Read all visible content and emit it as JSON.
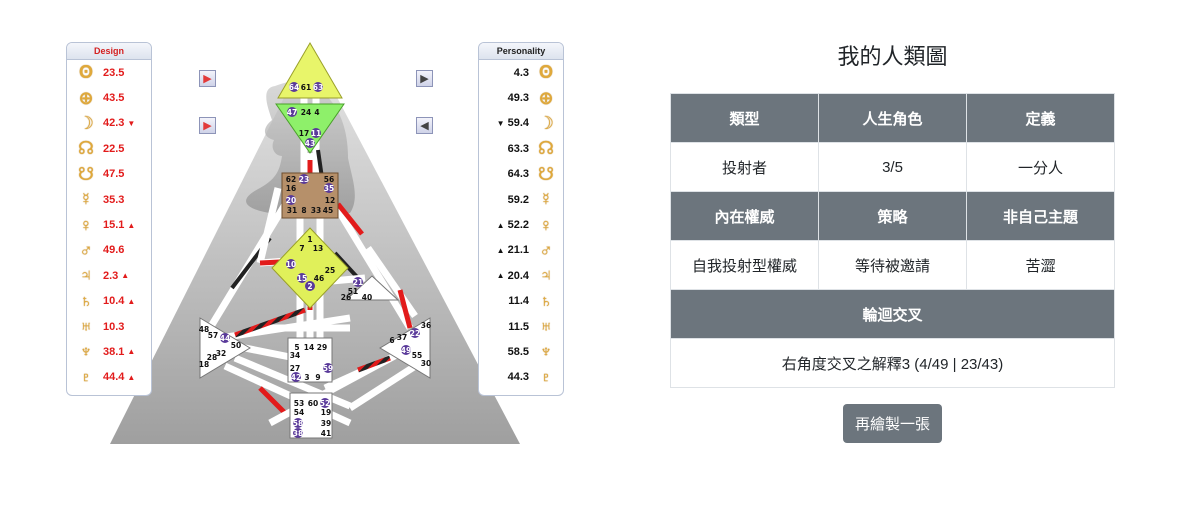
{
  "design_panel": {
    "title": "Design",
    "rows": [
      {
        "icon": "sun-icon",
        "symbol": "ʘ",
        "value": "23.5",
        "mark": ""
      },
      {
        "icon": "earth-icon",
        "symbol": "⊕",
        "value": "43.5",
        "mark": ""
      },
      {
        "icon": "moon-icon",
        "symbol": "☽",
        "value": "42.3",
        "mark": "▼"
      },
      {
        "icon": "north-node-icon",
        "symbol": "☊",
        "value": "22.5",
        "mark": ""
      },
      {
        "icon": "south-node-icon",
        "symbol": "☋",
        "value": "47.5",
        "mark": ""
      },
      {
        "icon": "mercury-icon",
        "symbol": "☿",
        "value": "35.3",
        "mark": ""
      },
      {
        "icon": "venus-icon",
        "symbol": "♀",
        "value": "15.1",
        "mark": "▲"
      },
      {
        "icon": "mars-icon",
        "symbol": "♂",
        "value": "49.6",
        "mark": ""
      },
      {
        "icon": "jupiter-icon",
        "symbol": "♃",
        "value": "2.3",
        "mark": "▲"
      },
      {
        "icon": "saturn-icon",
        "symbol": "♄",
        "value": "10.4",
        "mark": "▲"
      },
      {
        "icon": "uranus-icon",
        "symbol": "♅",
        "value": "10.3",
        "mark": ""
      },
      {
        "icon": "neptune-icon",
        "symbol": "♆",
        "value": "38.1",
        "mark": "▲"
      },
      {
        "icon": "pluto-icon",
        "symbol": "♇",
        "value": "44.4",
        "mark": "▲"
      }
    ]
  },
  "personality_panel": {
    "title": "Personality",
    "rows": [
      {
        "icon": "sun-icon",
        "symbol": "ʘ",
        "value": "4.3",
        "mark": ""
      },
      {
        "icon": "earth-icon",
        "symbol": "⊕",
        "value": "49.3",
        "mark": ""
      },
      {
        "icon": "moon-icon",
        "symbol": "☽",
        "value": "59.4",
        "mark": "▼"
      },
      {
        "icon": "north-node-icon",
        "symbol": "☊",
        "value": "63.3",
        "mark": ""
      },
      {
        "icon": "south-node-icon",
        "symbol": "☋",
        "value": "64.3",
        "mark": ""
      },
      {
        "icon": "mercury-icon",
        "symbol": "☿",
        "value": "59.2",
        "mark": ""
      },
      {
        "icon": "venus-icon",
        "symbol": "♀",
        "value": "52.2",
        "mark": "▲"
      },
      {
        "icon": "mars-icon",
        "symbol": "♂",
        "value": "21.1",
        "mark": "▲"
      },
      {
        "icon": "jupiter-icon",
        "symbol": "♃",
        "value": "20.4",
        "mark": "▲"
      },
      {
        "icon": "saturn-icon",
        "symbol": "♄",
        "value": "11.4",
        "mark": ""
      },
      {
        "icon": "uranus-icon",
        "symbol": "♅",
        "value": "11.5",
        "mark": ""
      },
      {
        "icon": "neptune-icon",
        "symbol": "♆",
        "value": "58.5",
        "mark": ""
      },
      {
        "icon": "pluto-icon",
        "symbol": "♇",
        "value": "44.3",
        "mark": ""
      }
    ]
  },
  "arrows": [
    {
      "name": "design-arrow-top",
      "glyph": "▶",
      "color": "red"
    },
    {
      "name": "design-arrow-bottom",
      "glyph": "▶",
      "color": "red"
    },
    {
      "name": "personality-arrow-top",
      "glyph": "▶",
      "color": "dark"
    },
    {
      "name": "personality-arrow-bottom",
      "glyph": "◀",
      "color": "dark"
    }
  ],
  "bodygraph": {
    "gates": {
      "head": [
        "64",
        "61",
        "63"
      ],
      "ajna": [
        "47",
        "24",
        "4",
        "17",
        "11",
        "43"
      ],
      "throat": [
        "62",
        "23",
        "56",
        "16",
        "35",
        "20",
        "12",
        "31",
        "8",
        "33",
        "45"
      ],
      "g": [
        "1",
        "7",
        "13",
        "10",
        "15",
        "2",
        "46",
        "25"
      ],
      "ego": [
        "21",
        "51",
        "26",
        "40"
      ],
      "spleen": [
        "48",
        "57",
        "44",
        "50",
        "32",
        "28",
        "18"
      ],
      "sacral": [
        "5",
        "14",
        "29",
        "34",
        "27",
        "42",
        "3",
        "9",
        "59"
      ],
      "solar": [
        "36",
        "6",
        "37",
        "22",
        "49",
        "55",
        "30"
      ],
      "root": [
        "53",
        "60",
        "52",
        "54",
        "19",
        "58",
        "39",
        "38",
        "41"
      ]
    }
  },
  "info": {
    "title": "我的人類圖",
    "row1_headers": [
      "類型",
      "人生角色",
      "定義"
    ],
    "row1_values": [
      "投射者",
      "3/5",
      "一分人"
    ],
    "row2_headers": [
      "內在權威",
      "策略",
      "非自己主題"
    ],
    "row2_values": [
      "自我投射型權威",
      "等待被邀請",
      "苦澀"
    ],
    "cross_header": "輪迴交叉",
    "cross_value": "右角度交叉之解釋3 (4/49 | 23/43)",
    "redraw_button": "再繪製一張"
  },
  "colors": {
    "design_red": "#e21b1b",
    "header_gray": "#6c757d",
    "glyph_gold": "#e0a93a",
    "head_yellow": "#e8f56a",
    "ajna_green": "#8ef06a",
    "throat_brown": "#b6906a",
    "g_yellow": "#e0f05a"
  }
}
